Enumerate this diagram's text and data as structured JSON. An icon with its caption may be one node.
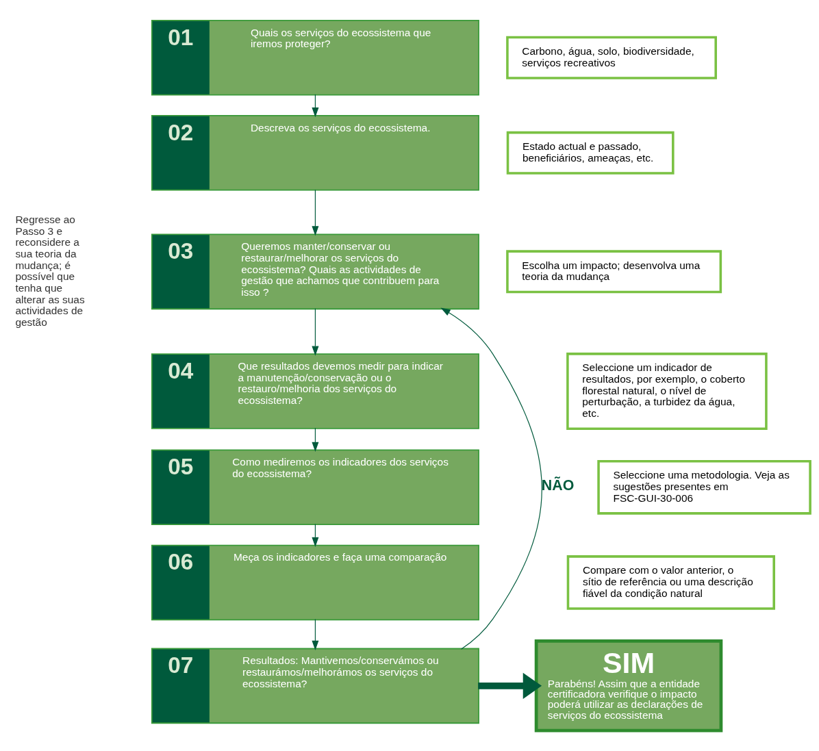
{
  "diagram": {
    "nodes": [
      {
        "text": [
          "01",
          "Quais os serviços do ecossistema que iremos proteger?"
        ]
      },
      {
        "text": [
          "Carbono, água, solo, biodiversidade, serviços recreativos"
        ]
      },
      {
        "text": [
          "02",
          "Descreva os serviços do ecossistema."
        ]
      },
      {
        "text": [
          "Estado actual e passado, beneficiários, ameaças, etc."
        ]
      },
      {
        "text": [
          "03",
          "Queremos manter/conservar ou restaurar/melhorar os serviços do ecossistema? Quais as actividades de gestão que achamos que contribuem para isso ?"
        ]
      },
      {
        "text": [
          "Escolha um impacto; desenvolva uma teoria da mudança"
        ]
      },
      {
        "text": [
          "04",
          "Que resultados devemos medir para indicar a manutenção/conservação ou o restauro/melhoria dos serviços do ecossistema?"
        ]
      },
      {
        "text": [
          "Seleccione um indicador de resultados, por exemplo, o coberto florestal natural, o nível de perturbação, a turbidez da água, etc."
        ]
      },
      {
        "text": [
          "05",
          "Como mediremos os indicadores dos serviços do ecossistema?"
        ]
      },
      {
        "text": [
          "Seleccione uma metodologia. Veja as sugestões presentes em FSC-GUI-30-006"
        ]
      },
      {
        "text": [
          "06",
          "Meça os indicadores e faça uma comparação"
        ]
      },
      {
        "text": [
          "Compare com o valor anterior, o sítio de referência ou uma descrição fiável da condição natural"
        ]
      },
      {
        "text": [
          "07",
          "Resultados: Mantivemos/conservámos ou restaurámos/melhorámos os serviços do ecossistema?"
        ]
      },
      {
        "text": [
          "SIM",
          "Parabéns! Assim que a entidade certificadora verifique o impacto poderá utilizar as declarações de serviços do ecossistema"
        ]
      }
    ],
    "edges": [
      {
        "from": 0,
        "to": 2,
        "arrow": "to"
      },
      {
        "from": 2,
        "to": 4,
        "arrow": "to"
      },
      {
        "from": 4,
        "to": 6,
        "arrow": "to"
      },
      {
        "from": 6,
        "to": 8,
        "arrow": "to"
      },
      {
        "from": 8,
        "to": 10,
        "arrow": "to"
      },
      {
        "from": 10,
        "to": 12,
        "arrow": "to"
      },
      {
        "from": 12,
        "to": 13,
        "arrow": "to",
        "style": "thick"
      },
      {
        "from": 12,
        "to": 4,
        "arrow": "to",
        "label": "NÃO"
      }
    ],
    "labels": [
      "Regresse ao Passo 3 e reconsidere a sua teoria da mudança; é possível que tenha que alterar as suas actividades de gestão"
    ]
  }
}
